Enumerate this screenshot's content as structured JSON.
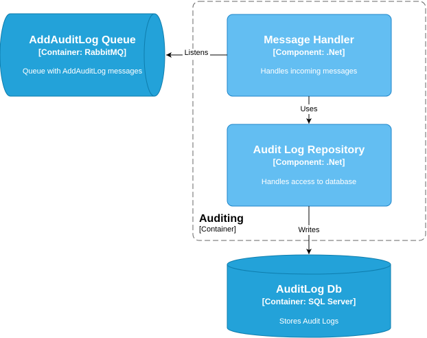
{
  "colors": {
    "container_fill": "#23A2D9",
    "container_stroke": "#0E7DAD",
    "component_fill": "#63BEF2",
    "component_stroke": "#2086C9",
    "boundary_stroke": "#666666",
    "edge": "#000000"
  },
  "queue": {
    "title": "AddAuditLog Queue",
    "type": "[Container: RabbitMQ]",
    "description": "Queue with AddAuditLog messages"
  },
  "boundary": {
    "title": "Auditing",
    "type": "[Container]"
  },
  "message_handler": {
    "title": "Message Handler",
    "type": "[Component: .Net]",
    "description": "Handles incoming messages"
  },
  "repository": {
    "title": "Audit Log Repository",
    "type": "[Component: .Net]",
    "description": "Handles access to database"
  },
  "database": {
    "title": "AuditLog Db",
    "type": "[Container: SQL Server]",
    "description": "Stores Audit Logs"
  },
  "edges": {
    "listens": "Listens",
    "uses": "Uses",
    "writes": "Writes"
  }
}
